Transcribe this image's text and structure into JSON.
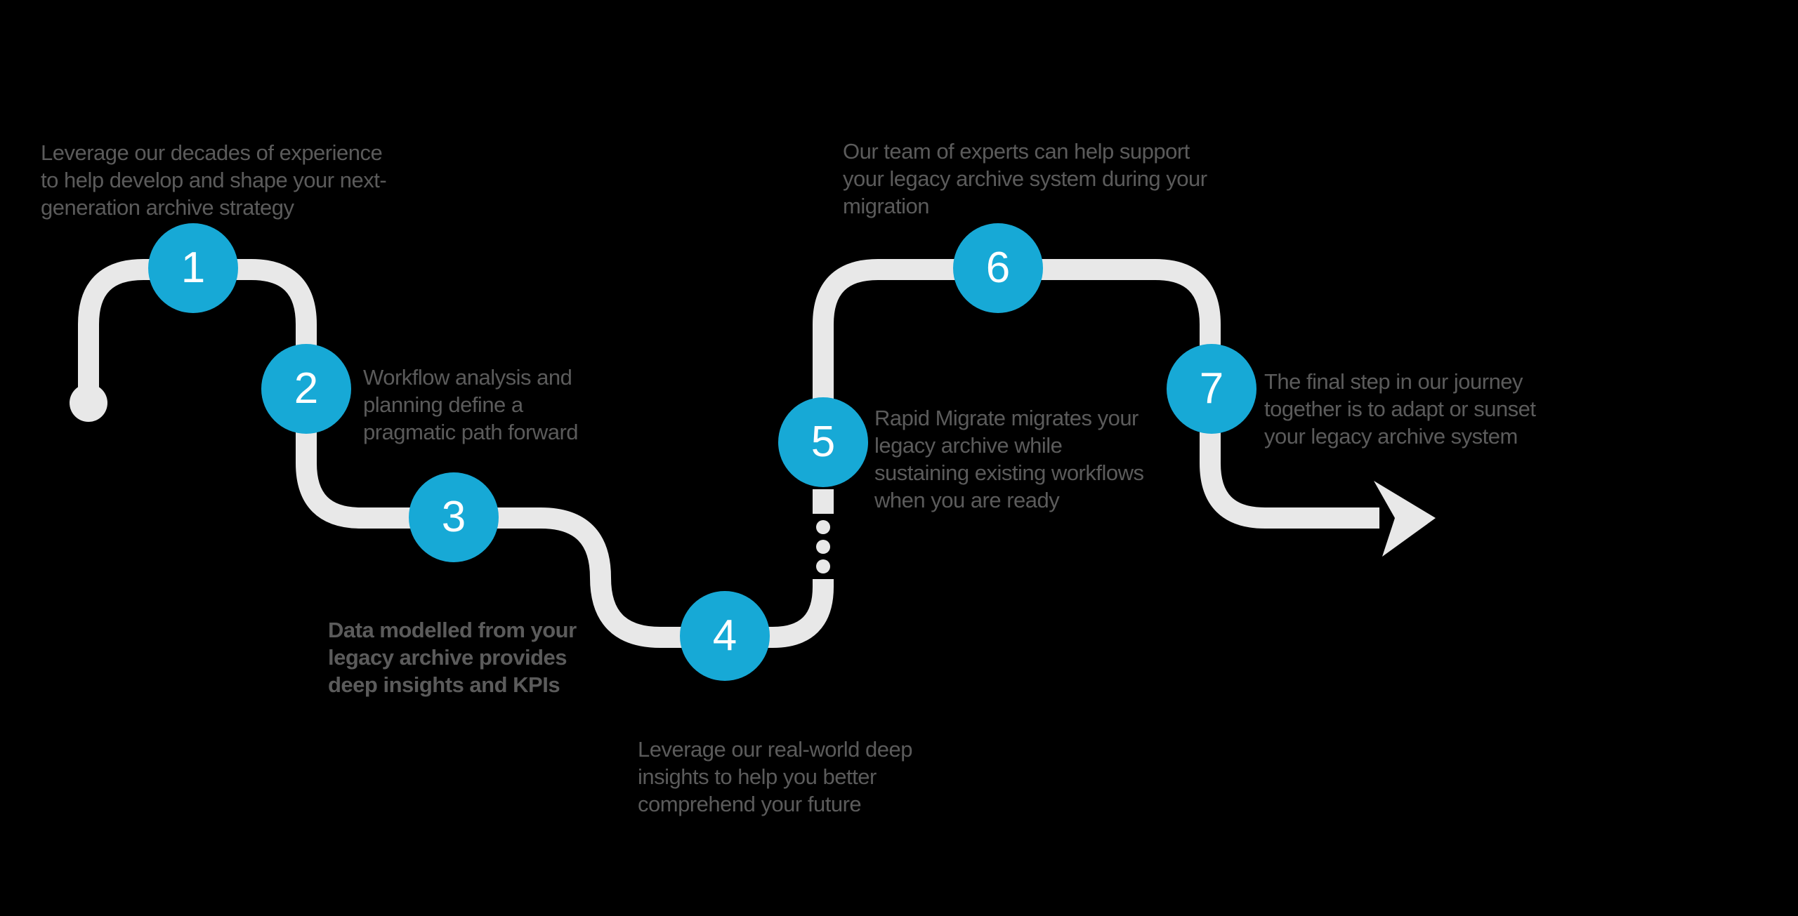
{
  "colors": {
    "background": "#000000",
    "path": "#E8E8E8",
    "accent": "#17A9D6",
    "text": "#5B5B5B",
    "step_number": "#FFFFFF"
  },
  "steps": [
    {
      "number": "1",
      "text": "Leverage our decades of experience\nto help develop and shape your next-\ngeneration archive strategy"
    },
    {
      "number": "2",
      "text": "Workflow analysis and\nplanning define a\npragmatic path forward"
    },
    {
      "number": "3",
      "text": "Data modelled from your\nlegacy archive provides\ndeep insights and KPIs"
    },
    {
      "number": "4",
      "text": "Leverage our real-world deep\ninsights to help you better\ncomprehend your future"
    },
    {
      "number": "5",
      "text": "Rapid Migrate migrates your\nlegacy archive while\nsustaining existing workflows\nwhen you are ready"
    },
    {
      "number": "6",
      "text": "Our team of experts can help support\nyour legacy archive system during your\nmigration"
    },
    {
      "number": "7",
      "text": "The final step in our journey\ntogether is to adapt or sunset\nyour legacy archive system"
    }
  ]
}
